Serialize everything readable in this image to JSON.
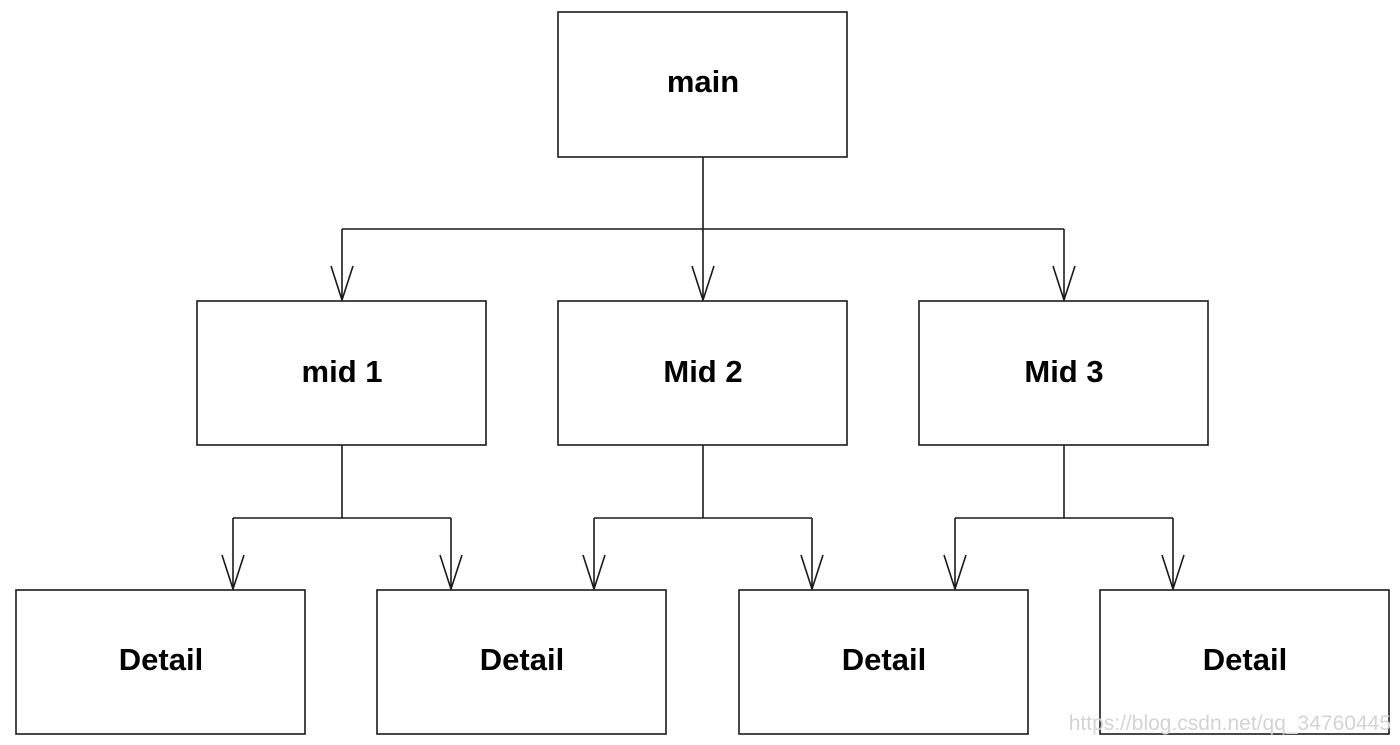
{
  "diagram": {
    "nodes": {
      "main": {
        "label": "main"
      },
      "mid1": {
        "label": "mid 1"
      },
      "mid2": {
        "label": "Mid 2"
      },
      "mid3": {
        "label": "Mid 3"
      },
      "detail1": {
        "label": "Detail"
      },
      "detail2": {
        "label": "Detail"
      },
      "detail3": {
        "label": "Detail"
      },
      "detail4": {
        "label": "Detail"
      }
    },
    "edges": [
      {
        "from": "main",
        "to": "mid1"
      },
      {
        "from": "main",
        "to": "mid2"
      },
      {
        "from": "main",
        "to": "mid3"
      },
      {
        "from": "mid1",
        "to": "detail1"
      },
      {
        "from": "mid1",
        "to": "detail2"
      },
      {
        "from": "mid2",
        "to": "detail2"
      },
      {
        "from": "mid2",
        "to": "detail3"
      },
      {
        "from": "mid3",
        "to": "detail3"
      },
      {
        "from": "mid3",
        "to": "detail4"
      }
    ]
  },
  "watermark": {
    "text": "https://blog.csdn.net/qq_34760445"
  },
  "colors": {
    "stroke": "#1a1a1a",
    "background": "#ffffff",
    "text": "#000000",
    "watermark": "#d4d4d4"
  }
}
